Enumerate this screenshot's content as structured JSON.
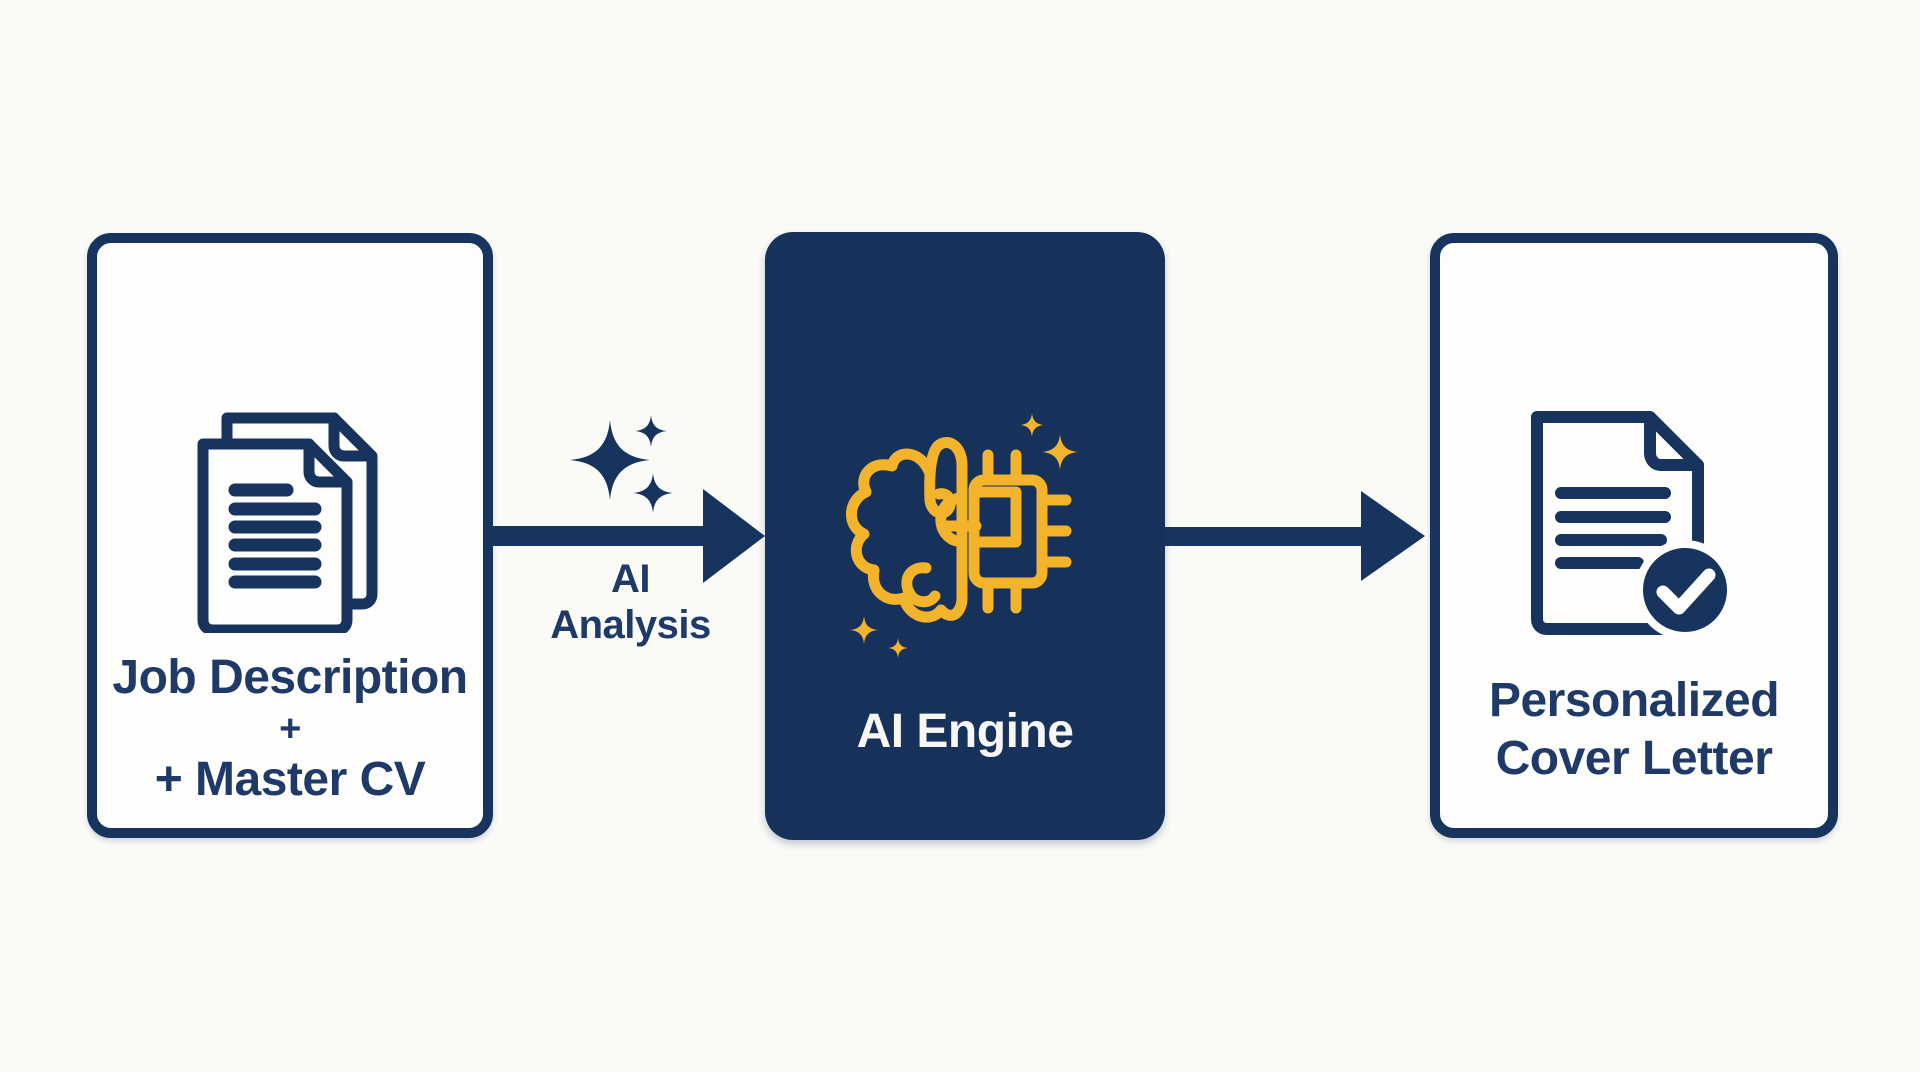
{
  "diagram": {
    "type": "flow-diagram",
    "colors": {
      "navy": "#17345e",
      "navy_text": "#1f3a68",
      "yellow": "#f3b32a",
      "box_fill": "#fdfdfb",
      "engine_fill": "#16325a",
      "background": "#fafaf7",
      "label_on_dark": "#f7f6f2"
    },
    "nodes": {
      "inputs": {
        "icon": "documents-icon",
        "label_lines": [
          "Job Description",
          "+",
          "+ Master CV"
        ]
      },
      "engine": {
        "icon": "brain-chip-icon",
        "label": "AI Engine"
      },
      "output": {
        "icon": "document-check-icon",
        "label_lines": [
          "Personalized",
          "Cover Letter"
        ]
      }
    },
    "connectors": {
      "analysis": {
        "icon": "sparkles-icon",
        "label_lines": [
          "AI",
          "Analysis"
        ]
      },
      "to_output": {
        "icon": "arrow-right-icon"
      }
    }
  }
}
